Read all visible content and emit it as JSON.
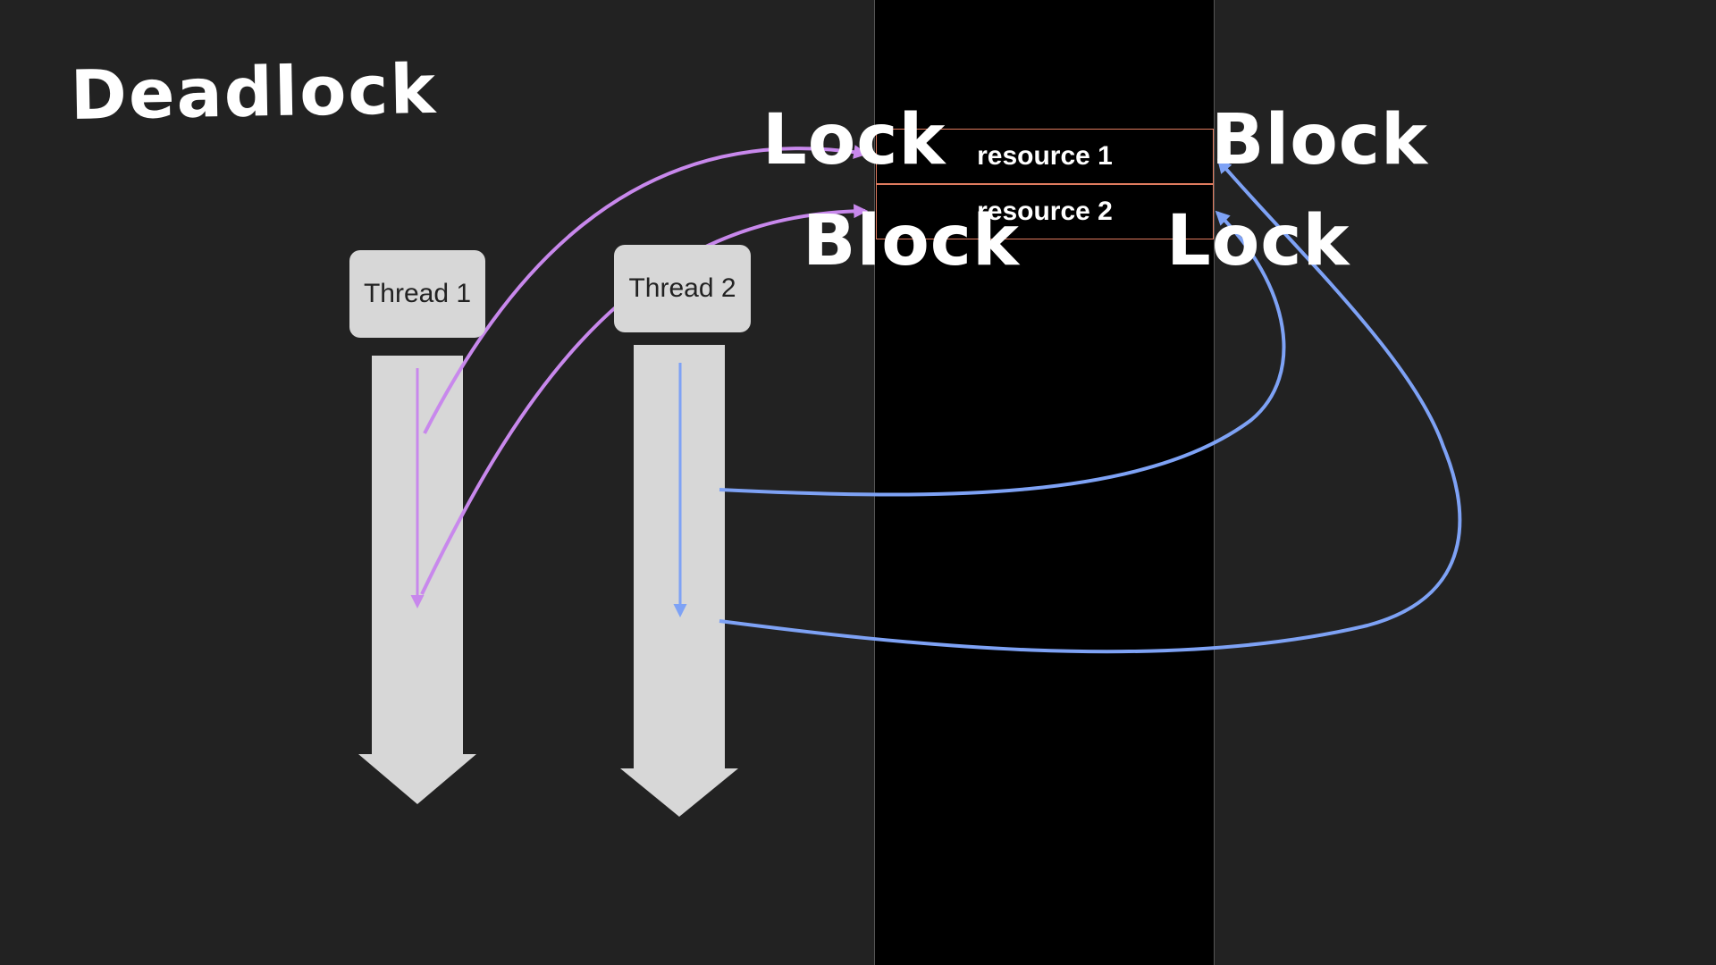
{
  "title": "Deadlock",
  "threads": [
    {
      "label": "Thread 1",
      "color": "#c888ec"
    },
    {
      "label": "Thread 2",
      "color": "#7ea2f5"
    }
  ],
  "resources": [
    {
      "label": "resource 1"
    },
    {
      "label": "resource 2"
    }
  ],
  "annotations": {
    "thread1_lock": "Lock",
    "thread1_block": "Block",
    "thread2_block": "Block",
    "thread2_lock": "Lock"
  },
  "colors": {
    "background": "#222222",
    "center_band": "#000000",
    "thread_box": "#d7d7d7",
    "resource_border": "#e07b5f",
    "thread1_arrow": "#c888ec",
    "thread2_arrow": "#7ea2f5"
  }
}
